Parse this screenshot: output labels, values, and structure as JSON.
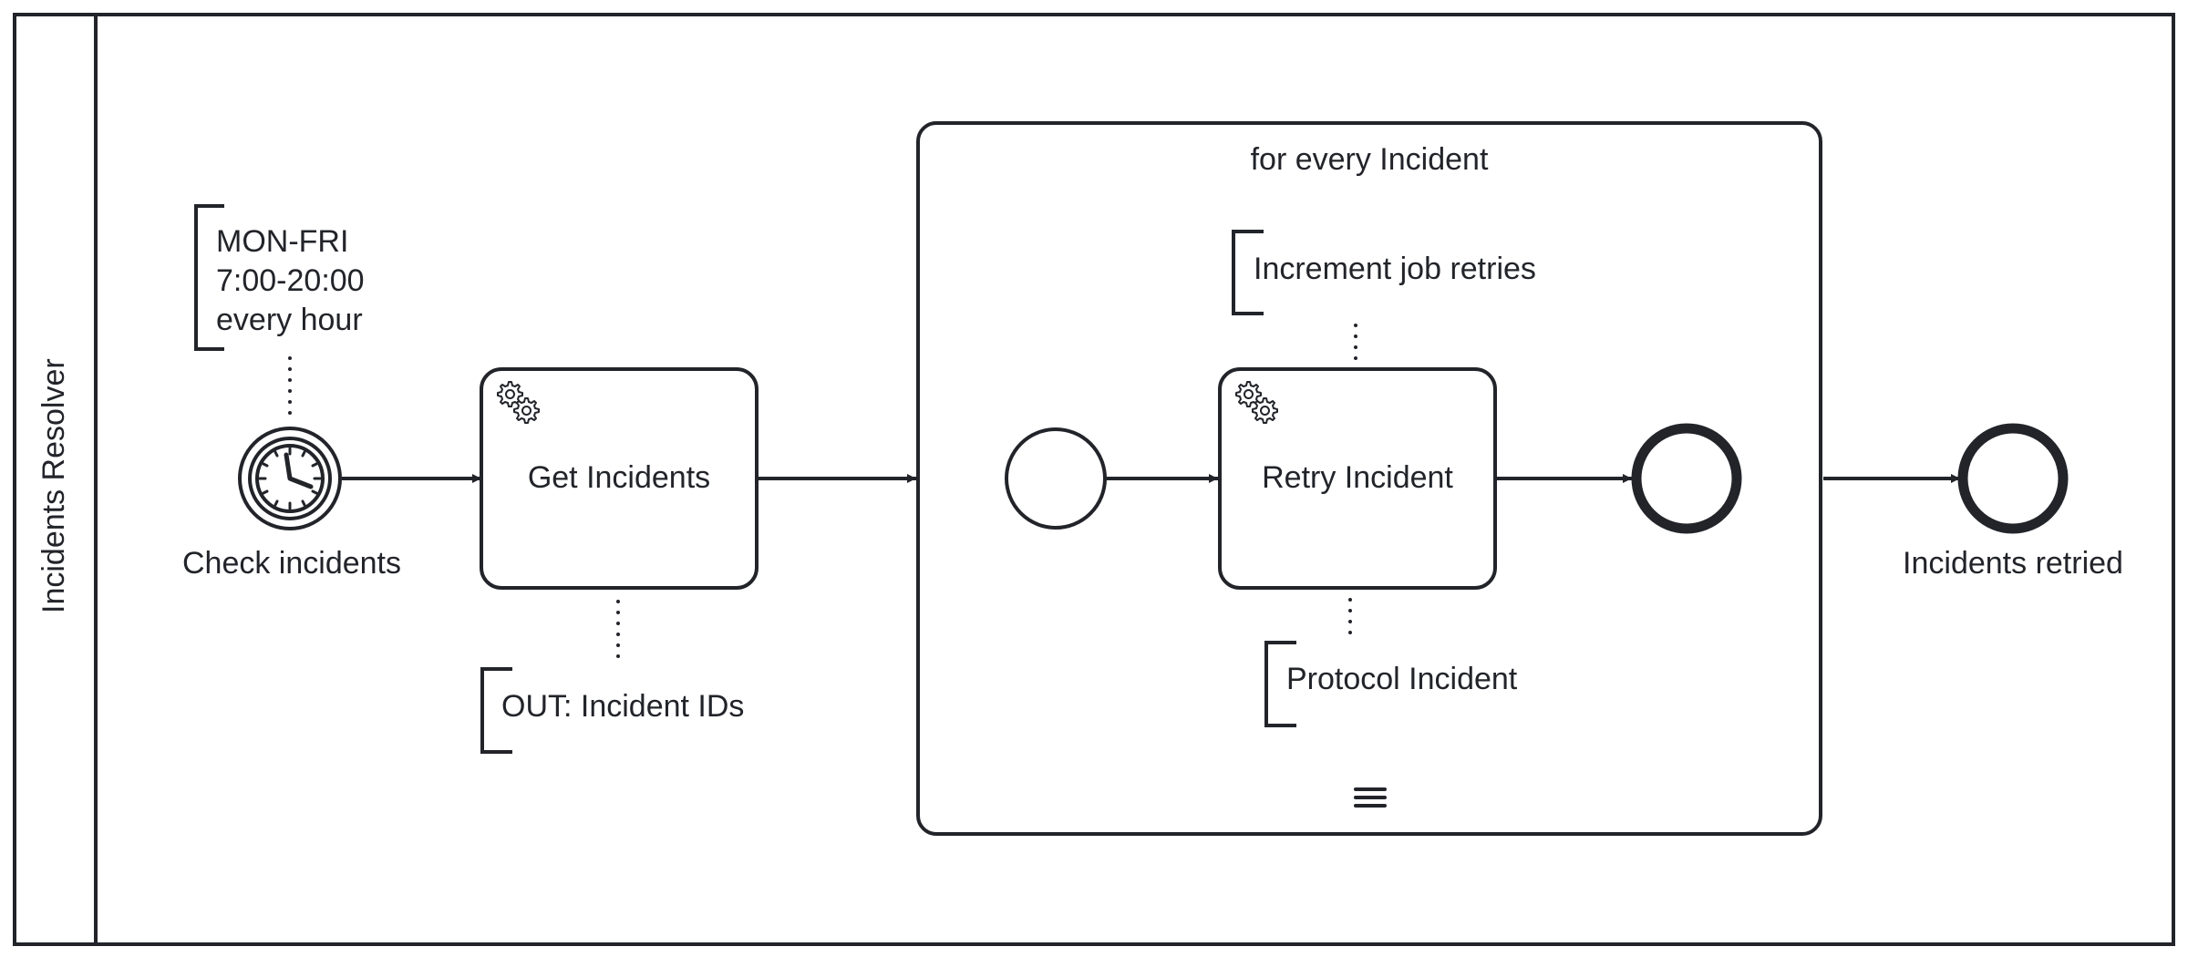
{
  "pool": {
    "name": "Incidents Resolver"
  },
  "events": {
    "timer_start": {
      "label": "Check incidents"
    },
    "end": {
      "label": "Incidents retried"
    }
  },
  "tasks": {
    "get_incidents": {
      "label": "Get Incidents"
    },
    "retry_incident": {
      "label": "Retry Incident"
    }
  },
  "subprocess": {
    "label": "for every Incident"
  },
  "annotations": {
    "timer": {
      "lines": [
        "MON-FRI",
        "7:00-20:00",
        "every hour"
      ]
    },
    "out": {
      "text": "OUT: Incident IDs"
    },
    "increment": {
      "text": "Increment job retries"
    },
    "protocol": {
      "text": "Protocol Incident"
    }
  },
  "colors": {
    "stroke": "#22242a",
    "background": "#ffffff"
  },
  "icons": {
    "task_type": "gear-icon",
    "timer": "clock-icon",
    "multi_instance": "sequential-multi-instance-icon"
  }
}
